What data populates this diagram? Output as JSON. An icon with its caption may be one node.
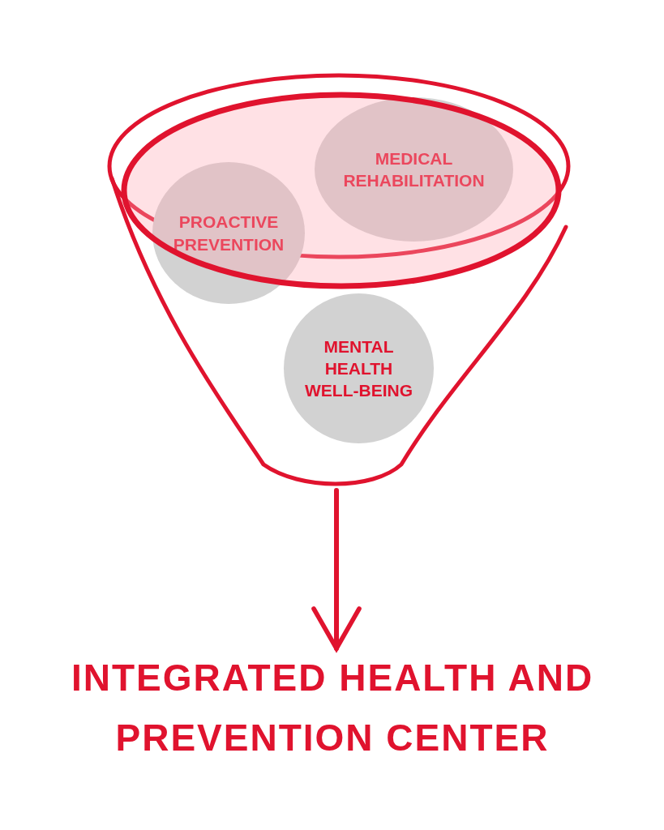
{
  "diagram": {
    "nodes": [
      {
        "text": [],
        "shape": "funnel"
      },
      {
        "text": [
          "MEDICAL REHABILITATION"
        ],
        "in": 0
      },
      {
        "text": [
          "PROACTIVE PREVENTION"
        ],
        "in": 0
      },
      {
        "text": [
          "MENTAL HEALTH WELL-BEING"
        ],
        "in": 0
      },
      {
        "text": [
          "INTEGRATED HEALTH AND PREVENTION CENTER"
        ]
      }
    ],
    "edges": [
      {
        "from": 0,
        "to": 4,
        "arrow": "to"
      }
    ]
  }
}
